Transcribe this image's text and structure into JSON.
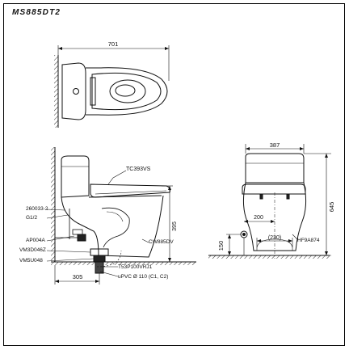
{
  "model": "MS885DT2",
  "dimensions": {
    "top_width": "701",
    "total_height": "395",
    "rough_in": "305",
    "front_width": "387",
    "front_height": "645",
    "inlet_offset": "200",
    "supply_height": "150",
    "inlet_range": "(230)"
  },
  "parts": {
    "seat": "TC393VS",
    "fill_valve": "260033-2",
    "supply_size": "G1/2",
    "angle_stop": "AP004A",
    "flange_1": "VM3D046Z",
    "flange_2": "VM5U048",
    "body": "CW885DV",
    "drain_adapter": "T53P100VRJ1",
    "pipe": "uPVC Ø 110 (C1, C2)",
    "hose": "HF9A874"
  }
}
